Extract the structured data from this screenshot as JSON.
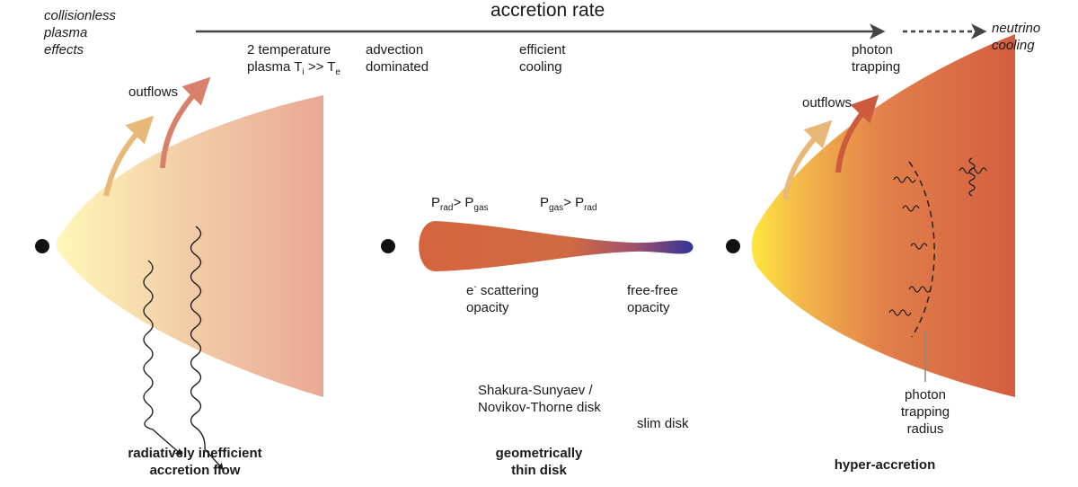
{
  "title": "accretion rate",
  "left_note": [
    "collisionless",
    "plasma",
    "effects"
  ],
  "right_note": [
    "neutrino",
    "cooling"
  ],
  "regime_labels": {
    "two_temp": [
      "2 temperature",
      "plasma T",
      "i",
      " >> T",
      "e"
    ],
    "advection": [
      "advection",
      "dominated"
    ],
    "efficient": [
      "efficient",
      "cooling"
    ],
    "photon_trapping": [
      "photon",
      "trapping"
    ]
  },
  "left_panel": {
    "outflows": "outflows",
    "name": [
      "radiatively inefficient",
      "accretion flow"
    ]
  },
  "middle_panel": {
    "p_rad_gt": [
      "P",
      "rad",
      "> P",
      "gas"
    ],
    "p_gas_gt": [
      "P",
      "gas",
      "> P",
      "rad"
    ],
    "e_scattering": [
      "e",
      "-",
      " scattering",
      "opacity"
    ],
    "free_free": [
      "free-free",
      "opacity"
    ],
    "ss_disk": [
      "Shakura-Sunyaev /",
      "Novikov-Thorne disk"
    ],
    "slim_disk": "slim disk",
    "name": [
      "geometrically",
      "thin disk"
    ]
  },
  "right_panel": {
    "outflows": "outflows",
    "trapping_radius": [
      "photon",
      "trapping",
      "radius"
    ],
    "name": "hyper-accretion"
  },
  "colors": {
    "arrow": "#454545",
    "outflow_light": "#e8b878",
    "outflow_red": "#d8806a",
    "outflow_dark_red": "#cc5a3c",
    "left_flow_start": "#fff6b0",
    "left_flow_end": "#e9aa98",
    "thin_disk": "#d5663f",
    "thin_disk_end": "#3a3a9a",
    "hyper_start": "#ffe840",
    "hyper_mid": "#e8934a",
    "hyper_end": "#d55f40",
    "black_hole": "#111111"
  }
}
